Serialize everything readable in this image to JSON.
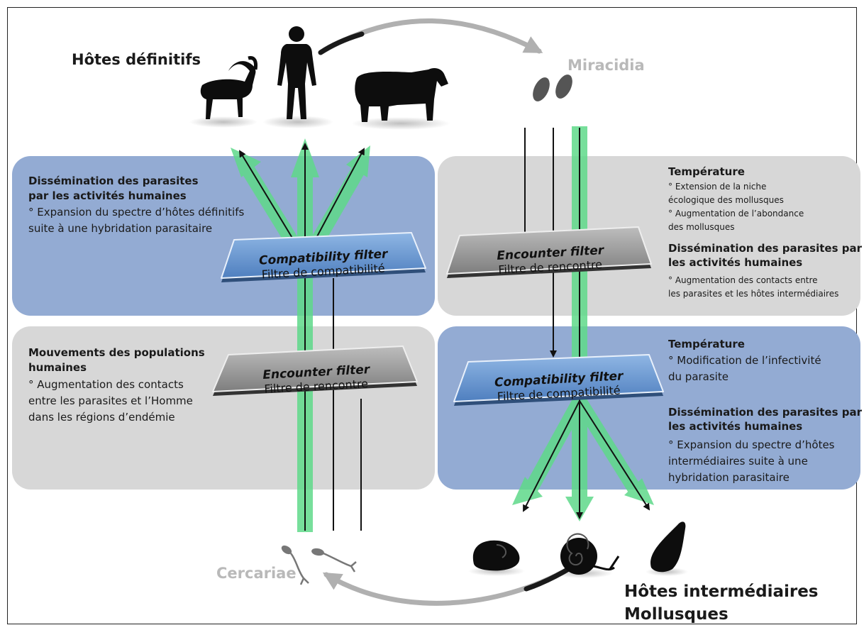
{
  "stages": {
    "definitive_hosts": "Hôtes définitifs",
    "miracidia": "Miracidia",
    "cercariae": "Cercariae",
    "intermediate_hosts_line1": "Hôtes intermédiaires",
    "intermediate_hosts_line2": "Mollusques"
  },
  "filters": {
    "compat_en": "Compatibility filter",
    "compat_fr": "Filtre de compatibilité",
    "encounter_en": "Encounter filter",
    "encounter_fr": "Filtre de rencontre"
  },
  "panels": {
    "left_top": {
      "title_line1": "Dissémination des parasites",
      "title_line2": "par les activités humaines",
      "body": "° Expansion du spectre d’hôtes définitifs\nsuite à une hybridation parasitaire"
    },
    "left_bottom": {
      "title_line1": "Mouvements des populations",
      "title_line2": "humaines",
      "body": "° Augmentation des contacts\nentre les parasites et l’Homme\ndans les régions d’endémie"
    },
    "right_top": {
      "temp_title": "Température",
      "temp_body": "° Extension de la niche\nécologique des mollusques\n° Augmentation de l’abondance\ndes mollusques",
      "diss_title": "Dissémination des parasites par\nles activités humaines",
      "diss_body": "° Augmentation des contacts entre\nles parasites et les hôtes intermédiaires"
    },
    "right_bottom": {
      "temp_title": "Température",
      "temp_body": "° Modification de l’infectivité\ndu parasite",
      "diss_title": "Dissémination des parasites par\nles activités humaines",
      "diss_body": "° Expansion du spectre d’hôtes\nintermédiaires suite à une\nhybridation parasitaire"
    }
  },
  "icons": [
    "ibex-icon",
    "human-icon",
    "cow-icon",
    "miracidia-icon",
    "cercariae-icon",
    "snail-icon"
  ],
  "colors": {
    "blue_panel": "#93abd3",
    "grey_panel": "#d7d7d7",
    "flow_green": "#5fd98a",
    "cycle_arrow": "#a8a8a8",
    "filter_blue": "#6e98cf",
    "filter_grey": "#9c9c9c"
  }
}
